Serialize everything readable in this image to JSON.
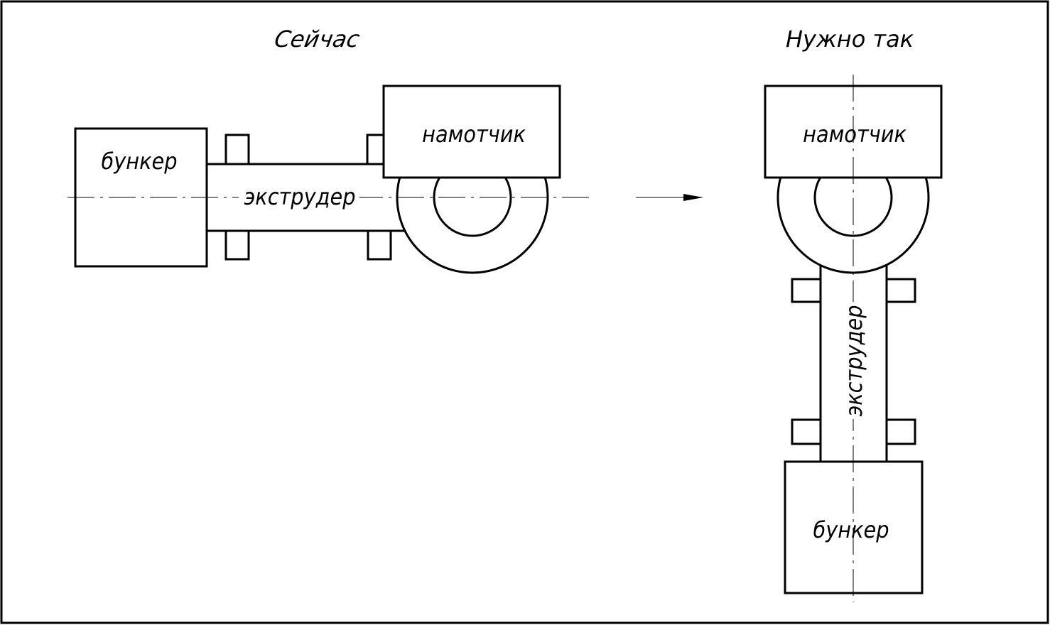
{
  "diagram": {
    "left": {
      "title": "Сейчас",
      "hopper": "бункер",
      "extruder": "экструдер",
      "winder": "намотчик"
    },
    "right": {
      "title": "Нужно так",
      "hopper": "бункер",
      "extruder": "экструдер",
      "winder": "намотчик"
    },
    "arrow": "arrow-right-icon"
  }
}
